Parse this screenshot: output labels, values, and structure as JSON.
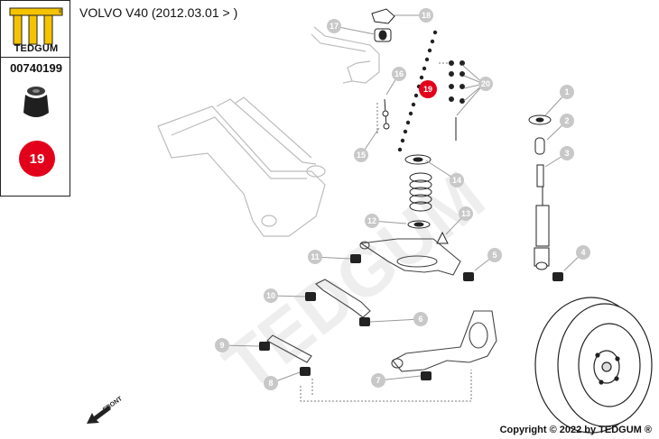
{
  "header": {
    "title": "VOLVO V40 (2012.03.01 > )"
  },
  "sidebar": {
    "brand": "TEDGUM",
    "trademark": "®",
    "part_number": "00740199",
    "highlight": "19",
    "highlight_color": "#e3001b",
    "logo_color": "#f5c400"
  },
  "diagram": {
    "watermark": "TEDGUM",
    "front_label": "FRONT",
    "callouts": [
      "1",
      "2",
      "3",
      "4",
      "5",
      "6",
      "7",
      "8",
      "9",
      "10",
      "11",
      "12",
      "13",
      "14",
      "15",
      "16",
      "17",
      "18",
      "19",
      "20"
    ],
    "callout_color": "#c8c8c8"
  },
  "footer": {
    "copyright": "Copyright © 2022 by TEDGUM ®"
  }
}
